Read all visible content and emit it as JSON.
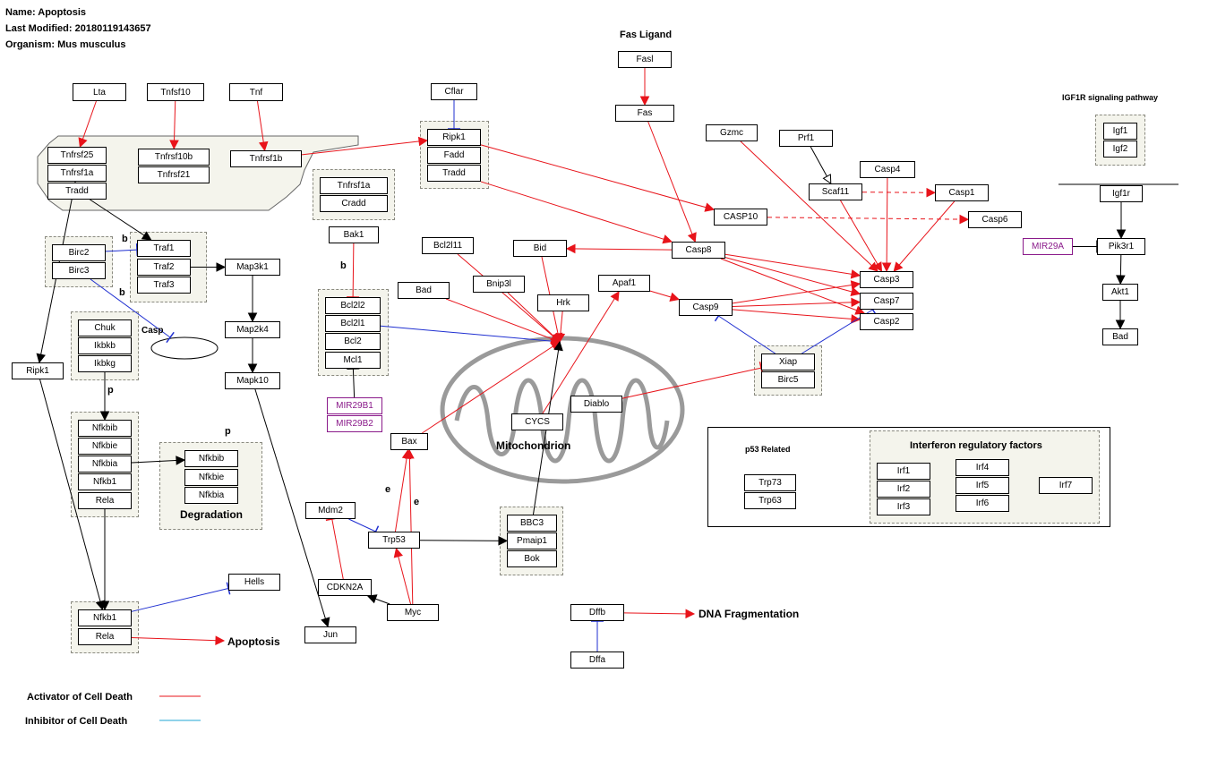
{
  "header": {
    "name": "Name: Apoptosis",
    "modified": "Last Modified: 20180119143657",
    "organism": "Organism: Mus musculus"
  },
  "colors": {
    "activator": "#e8141b",
    "inhibitor": "#1f2fd1",
    "black": "#000000",
    "mirna": "#8a1a8a",
    "group_fill": "#f4f4ec",
    "legend_inhibitor": "#1fa5d6"
  },
  "labels": [
    {
      "id": "fas-ligand",
      "text": "Fas Ligand"
    },
    {
      "id": "igf1r-pathway",
      "text": "IGF1R signaling pathway"
    },
    {
      "id": "casp",
      "text": "Casp"
    },
    {
      "id": "b1",
      "text": "b"
    },
    {
      "id": "b2",
      "text": "b"
    },
    {
      "id": "b3",
      "text": "b"
    },
    {
      "id": "p1",
      "text": "p"
    },
    {
      "id": "p2",
      "text": "p"
    },
    {
      "id": "e1",
      "text": "e"
    },
    {
      "id": "e2",
      "text": "e"
    },
    {
      "id": "degradation",
      "text": "Degradation"
    },
    {
      "id": "mitochondrion",
      "text": "Mitochondrion"
    },
    {
      "id": "apoptosis",
      "text": "Apoptosis"
    },
    {
      "id": "dna-fragmentation",
      "text": "DNA Fragmentation"
    },
    {
      "id": "p53-related",
      "text": "p53 Related"
    },
    {
      "id": "irf-title",
      "text": "Interferon regulatory factors"
    }
  ],
  "nodes": [
    {
      "id": "lta",
      "label": "Lta"
    },
    {
      "id": "tnfsf10",
      "label": "Tnfsf10"
    },
    {
      "id": "tnf",
      "label": "Tnf"
    },
    {
      "id": "tnfrsf25",
      "label": "Tnfrsf25"
    },
    {
      "id": "tnfrsf1a-a",
      "label": "Tnfrsf1a"
    },
    {
      "id": "tradd-a",
      "label": "Tradd"
    },
    {
      "id": "tnfrsf10b",
      "label": "Tnfrsf10b"
    },
    {
      "id": "tnfrsf21",
      "label": "Tnfrsf21"
    },
    {
      "id": "tnfrsf1b",
      "label": "Tnfrsf1b"
    },
    {
      "id": "tnfrsf1a-b",
      "label": "Tnfrsf1a"
    },
    {
      "id": "cradd",
      "label": "Cradd"
    },
    {
      "id": "cflar",
      "label": "Cflar"
    },
    {
      "id": "ripk1-a",
      "label": "Ripk1"
    },
    {
      "id": "fadd",
      "label": "Fadd"
    },
    {
      "id": "tradd-b",
      "label": "Tradd"
    },
    {
      "id": "fasl",
      "label": "Fasl"
    },
    {
      "id": "fas",
      "label": "Fas"
    },
    {
      "id": "gzmc",
      "label": "Gzmc"
    },
    {
      "id": "prf1",
      "label": "Prf1"
    },
    {
      "id": "casp4",
      "label": "Casp4"
    },
    {
      "id": "scaf11",
      "label": "Scaf11"
    },
    {
      "id": "casp1",
      "label": "Casp1"
    },
    {
      "id": "casp10",
      "label": "CASP10"
    },
    {
      "id": "casp6",
      "label": "Casp6"
    },
    {
      "id": "igf1",
      "label": "Igf1"
    },
    {
      "id": "igf2",
      "label": "Igf2"
    },
    {
      "id": "igf1r",
      "label": "Igf1r"
    },
    {
      "id": "mir29a",
      "label": "MIR29A"
    },
    {
      "id": "pik3r1",
      "label": "Pik3r1"
    },
    {
      "id": "akt1",
      "label": "Akt1"
    },
    {
      "id": "bad-b",
      "label": "Bad"
    },
    {
      "id": "birc2",
      "label": "Birc2"
    },
    {
      "id": "birc3",
      "label": "Birc3"
    },
    {
      "id": "traf1",
      "label": "Traf1"
    },
    {
      "id": "traf2",
      "label": "Traf2"
    },
    {
      "id": "traf3",
      "label": "Traf3"
    },
    {
      "id": "map3k1",
      "label": "Map3k1"
    },
    {
      "id": "map2k4",
      "label": "Map2k4"
    },
    {
      "id": "mapk10",
      "label": "Mapk10"
    },
    {
      "id": "bak1",
      "label": "Bak1"
    },
    {
      "id": "bcl2l2",
      "label": "Bcl2l2"
    },
    {
      "id": "bcl2l1",
      "label": "Bcl2l1"
    },
    {
      "id": "bcl2",
      "label": "Bcl2"
    },
    {
      "id": "mcl1",
      "label": "Mcl1"
    },
    {
      "id": "mir29b1",
      "label": "MIR29B1"
    },
    {
      "id": "mir29b2",
      "label": "MIR29B2"
    },
    {
      "id": "bcl2l11",
      "label": "Bcl2l11"
    },
    {
      "id": "bid",
      "label": "Bid"
    },
    {
      "id": "casp8",
      "label": "Casp8"
    },
    {
      "id": "bad-a",
      "label": "Bad"
    },
    {
      "id": "bnip3l",
      "label": "Bnip3l"
    },
    {
      "id": "hrk",
      "label": "Hrk"
    },
    {
      "id": "apaf1",
      "label": "Apaf1"
    },
    {
      "id": "casp9",
      "label": "Casp9"
    },
    {
      "id": "casp3",
      "label": "Casp3"
    },
    {
      "id": "casp7",
      "label": "Casp7"
    },
    {
      "id": "casp2",
      "label": "Casp2"
    },
    {
      "id": "xiap",
      "label": "Xiap"
    },
    {
      "id": "birc5",
      "label": "Birc5"
    },
    {
      "id": "chuk",
      "label": "Chuk"
    },
    {
      "id": "ikbkb",
      "label": "Ikbkb"
    },
    {
      "id": "ikbkg",
      "label": "Ikbkg"
    },
    {
      "id": "ripk1-b",
      "label": "Ripk1"
    },
    {
      "id": "nfkbib-a",
      "label": "Nfkbib"
    },
    {
      "id": "nfkbie-a",
      "label": "Nfkbie"
    },
    {
      "id": "nfkbia-a",
      "label": "Nfkbia"
    },
    {
      "id": "nfkb1-a",
      "label": "Nfkb1"
    },
    {
      "id": "rela-a",
      "label": "Rela"
    },
    {
      "id": "nfkbib-b",
      "label": "Nfkbib"
    },
    {
      "id": "nfkbie-b",
      "label": "Nfkbie"
    },
    {
      "id": "nfkbia-b",
      "label": "Nfkbia"
    },
    {
      "id": "diablo",
      "label": "Diablo"
    },
    {
      "id": "cycs",
      "label": "CYCS"
    },
    {
      "id": "bax",
      "label": "Bax"
    },
    {
      "id": "mdm2",
      "label": "Mdm2"
    },
    {
      "id": "trp53",
      "label": "Trp53"
    },
    {
      "id": "bbc3",
      "label": "BBC3"
    },
    {
      "id": "pmaip1",
      "label": "Pmaip1"
    },
    {
      "id": "bok",
      "label": "Bok"
    },
    {
      "id": "cdkn2a",
      "label": "CDKN2A"
    },
    {
      "id": "myc",
      "label": "Myc"
    },
    {
      "id": "jun",
      "label": "Jun"
    },
    {
      "id": "hells",
      "label": "Hells"
    },
    {
      "id": "nfkb1-b",
      "label": "Nfkb1"
    },
    {
      "id": "rela-b",
      "label": "Rela"
    },
    {
      "id": "dffb",
      "label": "Dffb"
    },
    {
      "id": "dffa",
      "label": "Dffa"
    },
    {
      "id": "trp73",
      "label": "Trp73"
    },
    {
      "id": "trp63",
      "label": "Trp63"
    },
    {
      "id": "irf1",
      "label": "Irf1"
    },
    {
      "id": "irf2",
      "label": "Irf2"
    },
    {
      "id": "irf3",
      "label": "Irf3"
    },
    {
      "id": "irf4",
      "label": "Irf4"
    },
    {
      "id": "irf5",
      "label": "Irf5"
    },
    {
      "id": "irf6",
      "label": "Irf6"
    },
    {
      "id": "irf7",
      "label": "Irf7"
    }
  ],
  "edges": [
    {
      "from": "lta",
      "to": "tnfrsf25",
      "type": "activator"
    },
    {
      "from": "tnfsf10",
      "to": "tnfrsf10b",
      "type": "activator"
    },
    {
      "from": "tnf",
      "to": "tnfrsf1b",
      "type": "activator"
    },
    {
      "from": "tnfrsf1b",
      "to": "ripk1-a",
      "type": "activator"
    },
    {
      "from": "cflar",
      "to": "ripk1-a",
      "type": "inhibitor"
    },
    {
      "from": "fasl",
      "to": "fas",
      "type": "activator"
    },
    {
      "from": "fas",
      "to": "casp8",
      "type": "activator"
    },
    {
      "from": "ripk1-a",
      "to": "casp10",
      "type": "activator"
    },
    {
      "from": "tradd-b",
      "to": "casp8",
      "type": "activator"
    },
    {
      "from": "casp8",
      "to": "bid",
      "type": "activator"
    },
    {
      "from": "casp8",
      "to": "casp3",
      "type": "activator"
    },
    {
      "from": "casp8",
      "to": "casp7",
      "type": "activator"
    },
    {
      "from": "casp8",
      "to": "casp2",
      "type": "activator"
    },
    {
      "from": "gzmc",
      "to": "casp3",
      "type": "activator"
    },
    {
      "from": "prf1",
      "to": "scaf11",
      "type": "binding"
    },
    {
      "from": "scaf11",
      "to": "casp3",
      "type": "activator"
    },
    {
      "from": "scaf11",
      "to": "casp1",
      "type": "dashed"
    },
    {
      "from": "casp4",
      "to": "casp3",
      "type": "activator"
    },
    {
      "from": "casp1",
      "to": "casp3",
      "type": "activator"
    },
    {
      "from": "casp10",
      "to": "casp6",
      "type": "dashed"
    },
    {
      "from": "casp9",
      "to": "casp3",
      "type": "activator"
    },
    {
      "from": "casp9",
      "to": "casp7",
      "type": "activator"
    },
    {
      "from": "casp9",
      "to": "casp2",
      "type": "activator"
    },
    {
      "from": "apaf1",
      "to": "casp9",
      "type": "activator"
    },
    {
      "from": "xiap",
      "to": "casp9",
      "type": "inhibitor"
    },
    {
      "from": "xiap",
      "to": "casp7",
      "type": "inhibitor"
    },
    {
      "from": "diablo",
      "to": "xiap",
      "type": "activator-inhibit"
    },
    {
      "from": "mir29a",
      "to": "pik3r1",
      "type": "black-inhibit"
    },
    {
      "from": "igf1r",
      "to": "pik3r1",
      "type": "black"
    },
    {
      "from": "pik3r1",
      "to": "akt1",
      "type": "black"
    },
    {
      "from": "akt1",
      "to": "bad-b",
      "type": "black"
    },
    {
      "from": "tnfrsf1a-a",
      "to": "ripk1-b",
      "type": "black"
    },
    {
      "from": "tradd-a",
      "to": "traf1",
      "type": "black"
    },
    {
      "from": "traf2",
      "to": "map3k1",
      "type": "black"
    },
    {
      "from": "map3k1",
      "to": "map2k4",
      "type": "black"
    },
    {
      "from": "map2k4",
      "to": "mapk10",
      "type": "black"
    },
    {
      "from": "mapk10",
      "to": "jun",
      "type": "black"
    },
    {
      "from": "birc2",
      "to": "traf1",
      "type": "inhibitor"
    },
    {
      "from": "birc3",
      "to": "casp",
      "type": "inhibitor"
    },
    {
      "from": "bak1",
      "to": "bcl2l2",
      "type": "activator-inhibit"
    },
    {
      "from": "mir29b1",
      "to": "mcl1",
      "type": "black-inhibit"
    },
    {
      "from": "bcl2l1",
      "to": "mito",
      "type": "inhibitor"
    },
    {
      "from": "bcl2l11",
      "to": "mito",
      "type": "activator"
    },
    {
      "from": "bad-a",
      "to": "mito",
      "type": "activator"
    },
    {
      "from": "bnip3l",
      "to": "mito",
      "type": "activator"
    },
    {
      "from": "hrk",
      "to": "mito",
      "type": "activator"
    },
    {
      "from": "bid",
      "to": "mito",
      "type": "activator"
    },
    {
      "from": "bax",
      "to": "mito",
      "type": "activator"
    },
    {
      "from": "cycs",
      "to": "apaf1",
      "type": "activator"
    },
    {
      "from": "trp53",
      "to": "bax",
      "type": "activator"
    },
    {
      "from": "myc",
      "to": "bax",
      "type": "activator"
    },
    {
      "from": "myc",
      "to": "trp53",
      "type": "activator"
    },
    {
      "from": "mdm2",
      "to": "trp53",
      "type": "inhibitor"
    },
    {
      "from": "cdkn2a",
      "to": "mdm2",
      "type": "activator-inhibit"
    },
    {
      "from": "myc",
      "to": "cdkn2a",
      "type": "black"
    },
    {
      "from": "trp53",
      "to": "pmaip1",
      "type": "black"
    },
    {
      "from": "bbc3",
      "to": "mito",
      "type": "black"
    },
    {
      "from": "ikbkg",
      "to": "nfkbib-a",
      "type": "black"
    },
    {
      "from": "nfkbia-a",
      "to": "nfkbib-b",
      "type": "black"
    },
    {
      "from": "rela-a",
      "to": "nfkb1-b",
      "type": "black"
    },
    {
      "from": "ripk1-b",
      "to": "nfkb1-b",
      "type": "black"
    },
    {
      "from": "nfkb1-b",
      "to": "hells",
      "type": "inhibitor"
    },
    {
      "from": "rela-b",
      "to": "apoptosis",
      "type": "activator"
    },
    {
      "from": "dffb",
      "to": "dna-fragmentation",
      "type": "activator"
    },
    {
      "from": "dffa",
      "to": "dffb",
      "type": "inhibitor"
    }
  ],
  "legend": {
    "activator": "Activator of Cell Death",
    "inhibitor": "Inhibitor of Cell Death"
  }
}
